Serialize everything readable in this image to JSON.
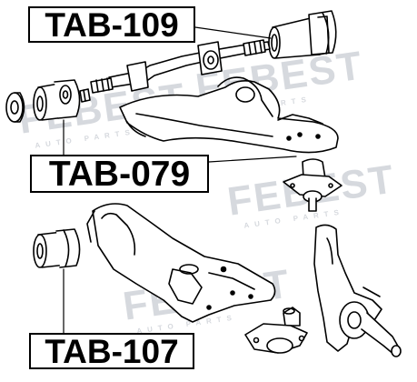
{
  "parts": {
    "top": "TAB-109",
    "middle": "TAB-079",
    "bottom": "TAB-107"
  },
  "watermark": {
    "brand": "FEBEST",
    "sub": "AUTO PARTS"
  },
  "colors": {
    "ink": "#000000",
    "watermark": "#d6d9de",
    "paper": "#ffffff"
  }
}
